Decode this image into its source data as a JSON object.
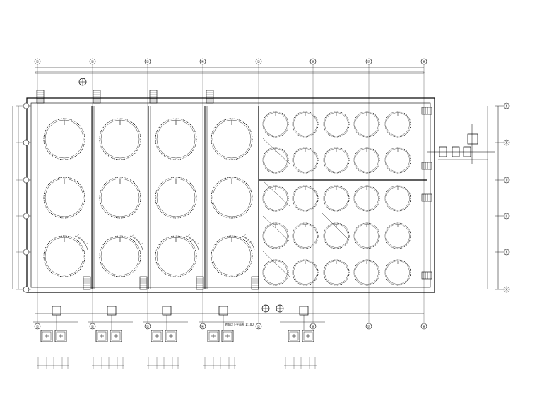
{
  "drawing": {
    "colors": {
      "line": "#000000",
      "paper": "#ffffff"
    },
    "bottom_grid_labels": [
      "①",
      "②",
      "③",
      "④",
      "⑤",
      "⑥",
      "⑦",
      "⑧"
    ],
    "side_grid_labels": [
      "Ⓐ",
      "Ⓑ",
      "Ⓒ",
      "Ⓓ",
      "Ⓔ",
      "Ⓕ"
    ],
    "plan_caption": "地面以下平面图 1:100"
  }
}
